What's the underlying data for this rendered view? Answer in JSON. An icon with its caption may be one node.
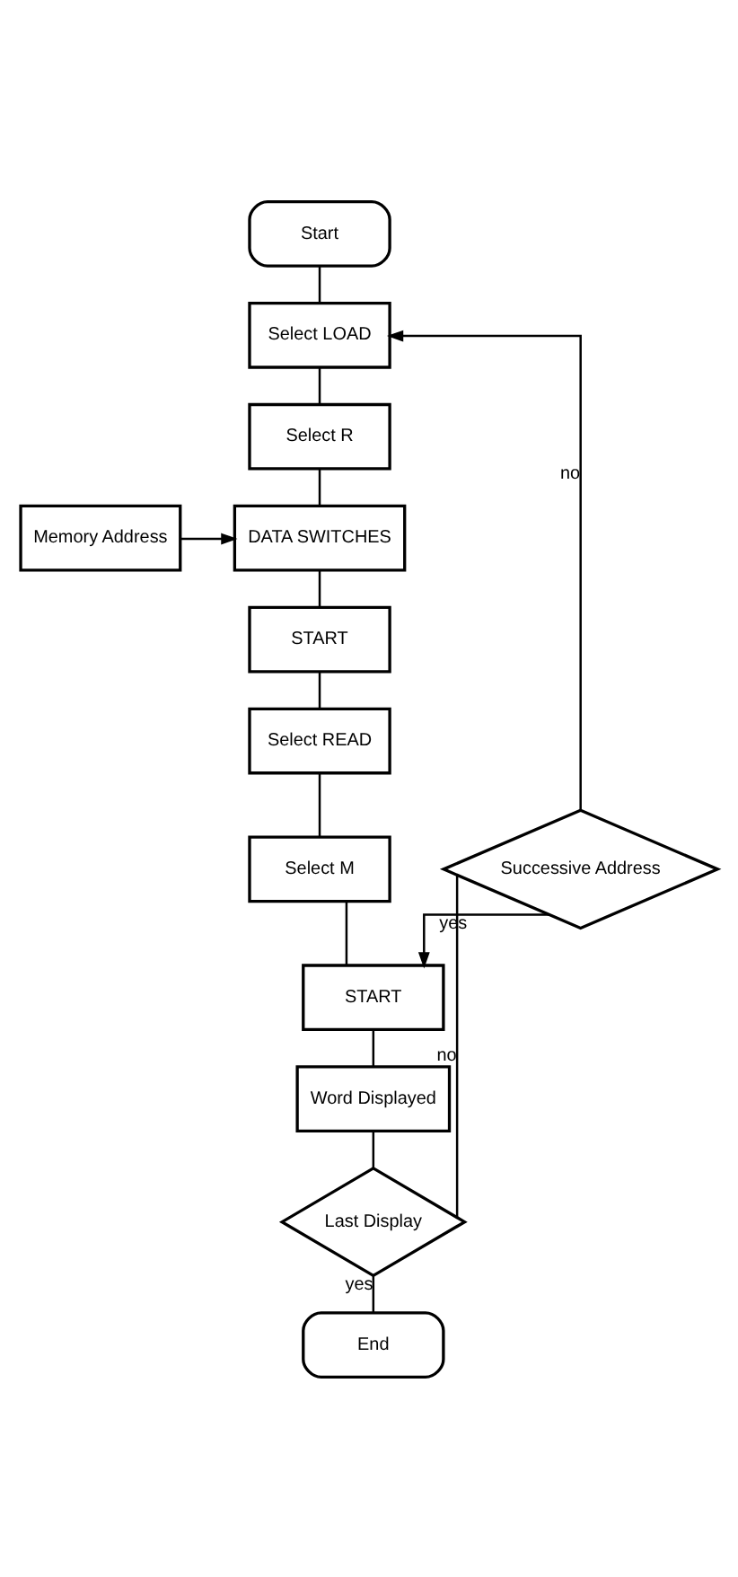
{
  "diagram": {
    "nodes": [
      {
        "text": [
          "Start"
        ]
      },
      {
        "text": [
          "Select LOAD"
        ]
      },
      {
        "text": [
          "Select R"
        ]
      },
      {
        "text": [
          "Memory Address"
        ]
      },
      {
        "text": [
          "DATA SWITCHES"
        ]
      },
      {
        "text": [
          "START"
        ]
      },
      {
        "text": [
          "Select READ"
        ]
      },
      {
        "text": [
          "Select M"
        ]
      },
      {
        "text": [
          "Successive Address"
        ]
      },
      {
        "text": [
          "START"
        ]
      },
      {
        "text": [
          "Word Displayed"
        ]
      },
      {
        "text": [
          "Last Display"
        ]
      },
      {
        "text": [
          "End"
        ]
      }
    ],
    "edges": [
      {
        "from": 0,
        "to": 1,
        "arrow": "none"
      },
      {
        "from": 1,
        "to": 2,
        "arrow": "none"
      },
      {
        "from": 2,
        "to": 4,
        "arrow": "none"
      },
      {
        "from": 3,
        "to": 4,
        "arrow": "to"
      },
      {
        "from": 4,
        "to": 5,
        "arrow": "none"
      },
      {
        "from": 5,
        "to": 6,
        "arrow": "none"
      },
      {
        "from": 6,
        "to": 7,
        "arrow": "none"
      },
      {
        "from": 7,
        "to": 9,
        "arrow": "none"
      },
      {
        "from": 8,
        "to": 9,
        "arrow": "to",
        "label": "yes"
      },
      {
        "from": 9,
        "to": 10,
        "arrow": "none"
      },
      {
        "from": 10,
        "to": 11,
        "arrow": "none"
      },
      {
        "from": 11,
        "to": 12,
        "arrow": "none",
        "label": "yes"
      },
      {
        "from": 11,
        "to": 8,
        "arrow": "none",
        "label": "no"
      },
      {
        "from": 8,
        "to": 1,
        "arrow": "to",
        "label": "no"
      }
    ]
  }
}
